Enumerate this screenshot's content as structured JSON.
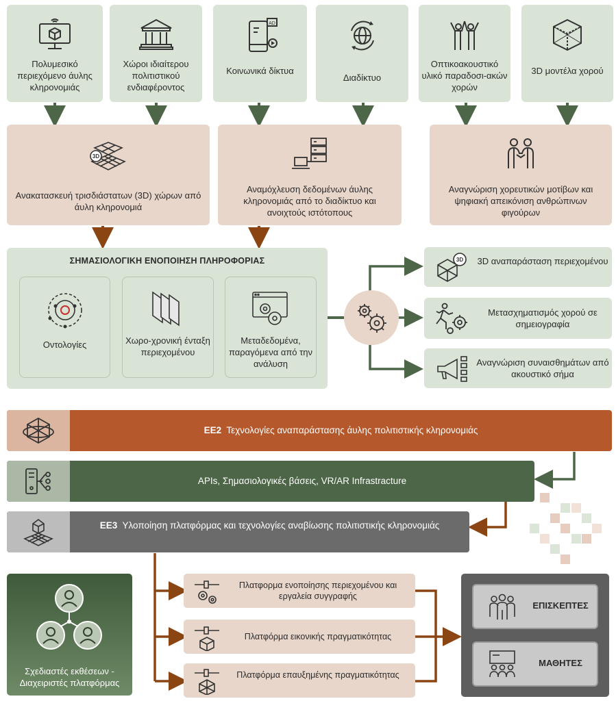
{
  "sources": [
    {
      "label": "Πολυμεσικό περιεχόμενο άυλης κληρονομιάς",
      "icon": "monitor-cube-icon"
    },
    {
      "label": "Χώροι ιδιαίτερου πολιτιστικού ενδιαφέροντος",
      "icon": "museum-icon"
    },
    {
      "label": "Κοινωνικά δίκτυα",
      "icon": "smartphone-ad-icon"
    },
    {
      "label": "Διαδίκτυο",
      "icon": "globe-icon"
    },
    {
      "label": "Οπτικοακουστικό υλικό παραδοσι-ακών χορών",
      "icon": "dancers-icon"
    },
    {
      "label": "3D μοντέλα χορού",
      "icon": "cube-3d-icon"
    }
  ],
  "processes": [
    {
      "label": "Ανακατασκευή τρισδιάστατων (3D) χώρων από άυλη κληρονομιά",
      "icon": "3d-grid-icon"
    },
    {
      "label": "Αναμόχλευση δεδομένων άυλης κληρονομιάς από το διαδίκτυο και ανοιχτούς ιστότοπους",
      "icon": "server-laptop-icon"
    },
    {
      "label": "Αναγνώριση χορευτικών μοτίβων και ψηφιακή απεικόνιση ανθρώπινων φιγούρων",
      "icon": "dancing-couple-icon"
    }
  ],
  "semantic": {
    "title": "ΣΗΜΑΣΙΟΛΟΓΙΚΗ ΕΝΟΠΟΙΗΣΗ ΠΛΗΡΟΦΟΡΙΑΣ",
    "items": [
      {
        "label": "Οντολογίες",
        "icon": "ontology-orbit-icon"
      },
      {
        "label": "Χωρο-χρονική ένταξη περιεχομένου",
        "icon": "layers-icon"
      },
      {
        "label": "Μεταδεδομένα, παραγόμενα από την ανάλυση",
        "icon": "window-gears-icon"
      }
    ]
  },
  "outputs": [
    {
      "label": "3D αναπαράσταση περιεχομένου",
      "icon": "3d-box-icon"
    },
    {
      "label": "Μετασχηματισμός χορού σε σημειογραφία",
      "icon": "runner-gear-icon"
    },
    {
      "label": "Αναγνώριση συναισθημάτων από ακουστικό σήμα",
      "icon": "megaphone-icon"
    }
  ],
  "bands": [
    {
      "code": "ΕΕ2",
      "label": "Τεχνολογίες αναπαράστασης άυλης πολιτιστικής κληρονομιάς",
      "icon": "globe-cube-icon"
    },
    {
      "code": "",
      "label": "APIs, Σημασιολογικές βάσεις, VR/AR Infrastracture",
      "icon": "server-network-icon"
    },
    {
      "code": "ΕΕ3",
      "label": "Υλοποίηση πλατφόρμας και τεχνολογίες αναβίωσης πολιτιστικής κληρονομιάς",
      "icon": "house-grid-icon"
    }
  ],
  "designers": {
    "label": "Σχεδιαστές εκθέσεων - Διαχειριστές πλατφόρμας",
    "icon": "people-network-icon"
  },
  "platforms": [
    {
      "label": "Πλατφορμα ενοποίησης περιεχομένου και εργαλεία συγγραφής",
      "icon": "slider-gears-icon"
    },
    {
      "label": "Πλατφόρμα εικονικής πραγματικότητας",
      "icon": "slider-cube-icon"
    },
    {
      "label": "Πλατφόρμα επαυξημένης πραγματικότητας",
      "icon": "slider-3dcube-icon"
    }
  ],
  "audience": [
    {
      "label": "ΕΠΙΣΚΕΠΤΕΣ",
      "icon": "visitors-group-icon"
    },
    {
      "label": "ΜΑΘΗΤΕΣ",
      "icon": "students-presentation-icon"
    }
  ],
  "colors": {
    "green_light": "#d9e4d6",
    "peach": "#e8d6cb",
    "green_dark": "#4d6647",
    "orange": "#b5582c",
    "brown": "#8b4513",
    "grey": "#6b6b6b"
  }
}
